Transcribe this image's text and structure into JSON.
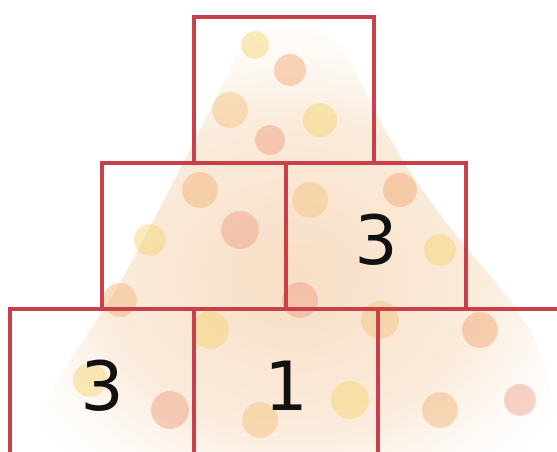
{
  "puzzle": {
    "rows": [
      {
        "cells": [
          {
            "value": ""
          }
        ]
      },
      {
        "cells": [
          {
            "value": ""
          },
          {
            "value": "3"
          }
        ]
      },
      {
        "cells": [
          {
            "value": "3"
          },
          {
            "value": "1"
          },
          {
            "value": ""
          }
        ]
      }
    ]
  },
  "colors": {
    "grid_line": "#c9404a",
    "digit": "#111111",
    "leaf_tint": "#f3c7a0"
  }
}
